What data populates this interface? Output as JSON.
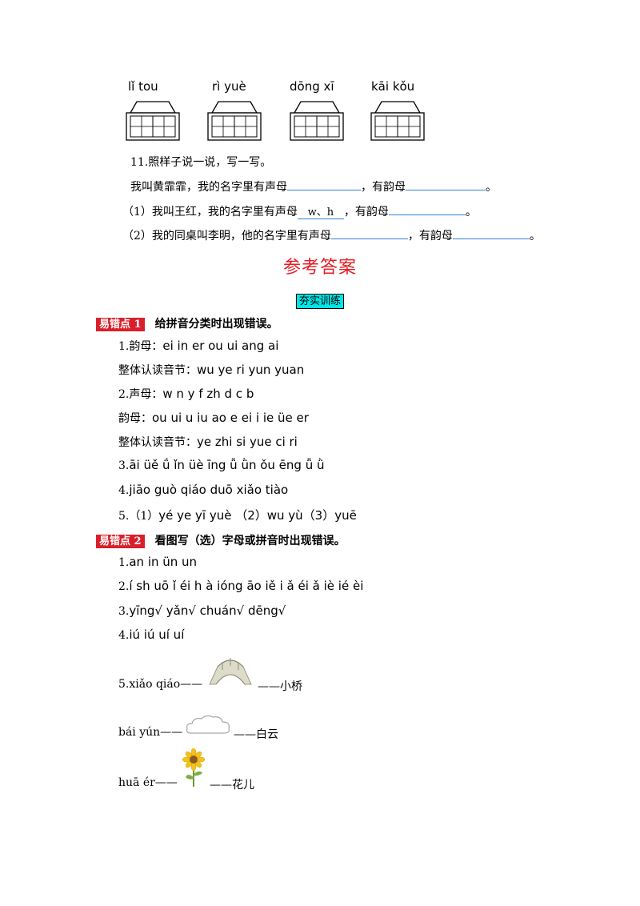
{
  "pinyin_labels": [
    "lǐ tou",
    "rì yuè",
    "dōng xī",
    "kāi kǒu"
  ],
  "q11": {
    "title": "11.照样子说一说，写一写。",
    "example_a": "我叫黄霏霏，我的名字里有声母",
    "example_b": "，有韵母",
    "example_c": "。",
    "item1_a": "（1）我叫王红，我的名字里有声母",
    "item1_fill": "w、h",
    "item1_b": "，有韵母",
    "item1_c": "。",
    "item2_a": "（2）我的同桌叫李明，他的名字里有声母",
    "item2_b": "，有韵母",
    "item2_c": "。"
  },
  "answer_title": "参考答案",
  "section_badge": "夯实训练",
  "point1": {
    "badge": "易错点 1",
    "heading": "给拼音分类时出现错误。",
    "lines": [
      {
        "label": "1.韵母：",
        "text": "ei   in   er   ou   ui   ang   ai"
      },
      {
        "label": "整体认读音节：",
        "text": "wu  ye   ri   yun   yuan"
      },
      {
        "label": "2.声母：",
        "text": "w  n  y  f  zh  d  c  b"
      },
      {
        "label": "韵母：",
        "text": "ou  ui  u  iu  ao  e  ei  i  ie  üe  er"
      },
      {
        "label": "整体认读音节：",
        "text": "ye  zhi  si  yue  ci  ri"
      },
      {
        "label": "3.",
        "text": "āi   üě   ǘ   ǐn   üè   īng   ǚ   ǜn   ǒu  ēng   ǚ   ǜ"
      },
      {
        "label": "4.",
        "text": "jiāo   guò   qiáo   duō   xiǎo   tiào"
      },
      {
        "label": "5.（1）",
        "text": "yé    ye   yī     yuè  （2）wu   yù（3）yuē"
      }
    ]
  },
  "point2": {
    "badge": "易错点 2",
    "heading": "看图写（选）字母或拼音时出现错误。",
    "lines": [
      {
        "label": "1.",
        "text": "an   in   ün   un"
      },
      {
        "label": "2.",
        "text": "í   sh   uō   ǐ   éi    h  à  ióng   āo  iě   i   ǎ   éi   ǎ   iè   ié   èi"
      },
      {
        "label": "3.",
        "text": "yīng√   yǎn√   chuán√   dēng√"
      },
      {
        "label": "4.",
        "text": "iú   iú   uí   uí"
      }
    ],
    "pic_rows": [
      {
        "left": "5.xiǎo qiáo——",
        "right": "——小桥",
        "icon": "bridge-icon"
      },
      {
        "left": "bái yún——",
        "right": "——白云",
        "icon": "cloud-icon"
      },
      {
        "left": "huā ér——",
        "right": "——花儿",
        "icon": "sunflower-icon"
      }
    ]
  },
  "colors": {
    "title_red": "#e51c23",
    "badge_red": "#d9202a",
    "badge_cyan": "#00e5e5",
    "blank_line": "#2f7fd8"
  }
}
